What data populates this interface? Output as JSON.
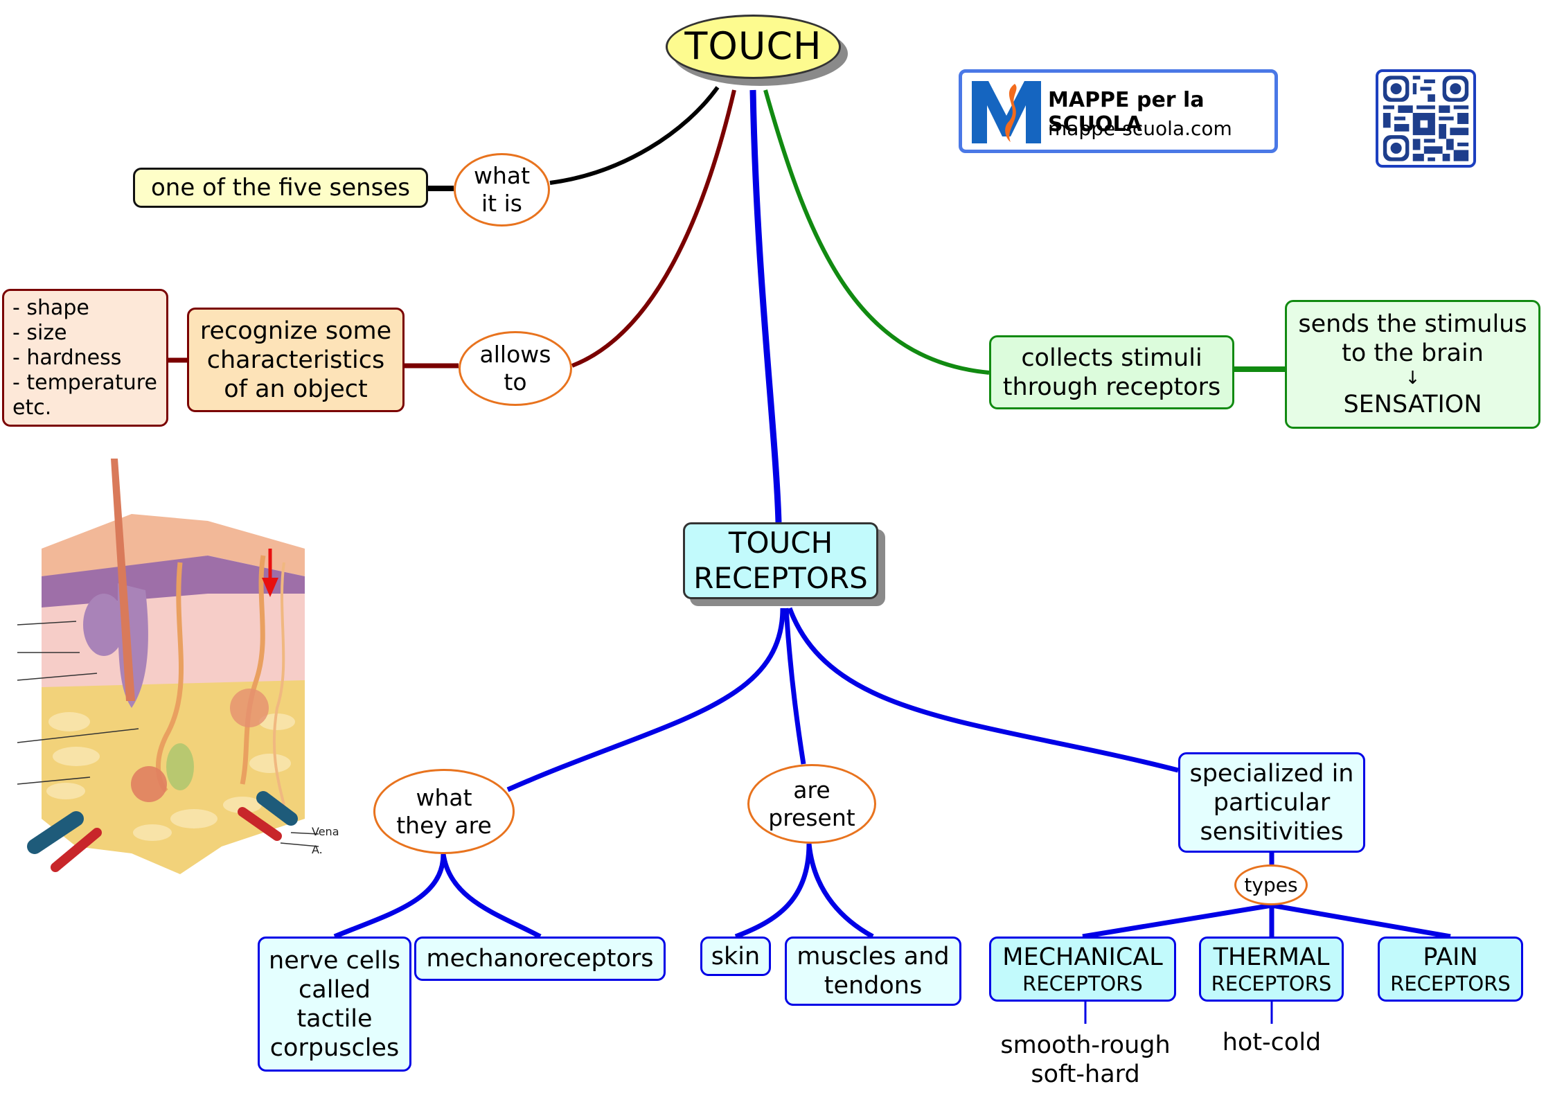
{
  "diagram": {
    "type": "concept-map",
    "title": "TOUCH",
    "root": {
      "label": "TOUCH",
      "fill": "#fdfb8f"
    },
    "branches": {
      "what_it_is": {
        "connector": "what\nit is",
        "color": "#000000",
        "target": "one of the five senses"
      },
      "allows_to": {
        "connector": "allows\nto",
        "color": "#7a0000",
        "target": "recognize some\ncharacteristics\nof an object",
        "details": "- shape\n- size\n- hardness\n- temperature\netc."
      },
      "collects": {
        "color": "#118a11",
        "target": "collects stimuli\nthrough receptors",
        "next_line1": "sends the stimulus\nto the brain",
        "arrow": "↓",
        "next_line2": "SENSATION"
      },
      "receptors": {
        "color": "#0000e6",
        "label": "TOUCH\nRECEPTORS",
        "what_they_are": {
          "connector": "what\nthey are",
          "items": [
            "nerve cells\ncalled\ntactile\ncorpuscles",
            "mechanoreceptors"
          ]
        },
        "are_present": {
          "connector": "are\npresent",
          "items": [
            "skin",
            "muscles and\ntendons"
          ]
        },
        "specialized": {
          "label": "specialized in\nparticular\nsensitivities",
          "connector": "types",
          "types": [
            {
              "line1": "MECHANICAL",
              "line2": "RECEPTORS",
              "example": "smooth-rough\nsoft-hard"
            },
            {
              "line1": "THERMAL",
              "line2": "RECEPTORS",
              "example": "hot-cold"
            },
            {
              "line1": "PAIN",
              "line2": "RECEPTORS",
              "example": ""
            }
          ]
        }
      }
    },
    "illustration": {
      "subject": "skin cross-section",
      "labels": [
        "Vena",
        "A."
      ]
    }
  },
  "branding": {
    "logo_title": "MAPPE per la SCUOLA",
    "logo_url_text": "mappe-scuola.com",
    "logo_colors": {
      "blue": "#1565c0",
      "orange": "#f26b1d",
      "border": "#4a78e6"
    },
    "qr_icon": "qr-code-icon"
  }
}
